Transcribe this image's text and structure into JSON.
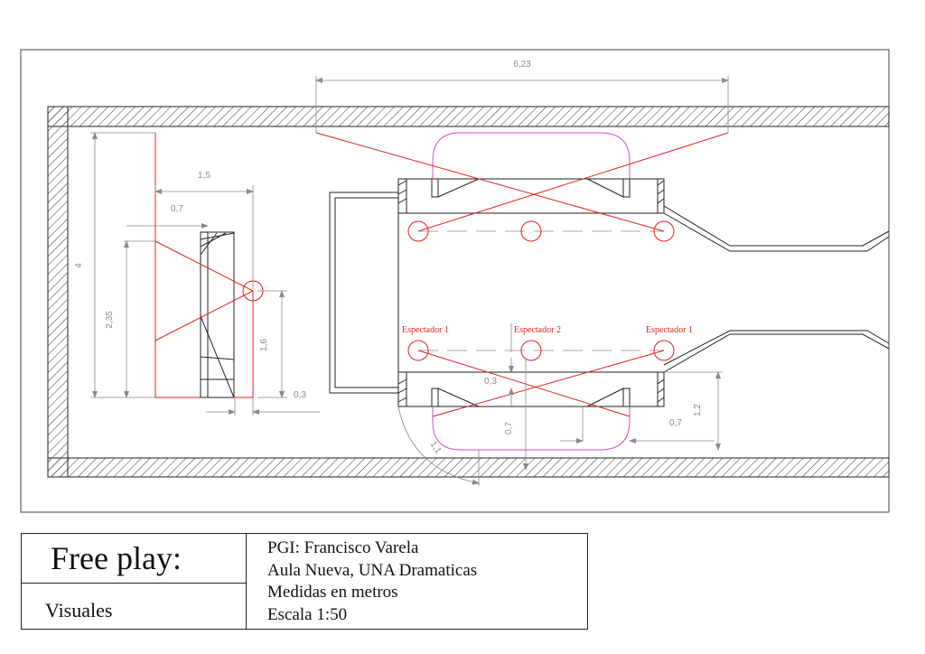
{
  "drawing": {
    "dimensions": {
      "total_width": "6,23",
      "left_width": "1,5",
      "left_small": "0,7",
      "left_height": "4",
      "left_inner_height": "2,35",
      "viewer_height": "1,6",
      "left_bottom_offset": "0,3",
      "center_gap": "0,3",
      "center_depth": "0,7",
      "right_offset": "0,7",
      "right_height": "1,2",
      "arc_radius": "1,1"
    },
    "spectators": {
      "left": "Espectador 1",
      "middle": "Espectador 2",
      "right": "Espectador 1"
    },
    "colors": {
      "sightline": "#e02020",
      "lamp": "#d24fc0",
      "dimension": "#8a8a8a",
      "outline": "#222222"
    }
  },
  "title_block": {
    "title": "Free play:",
    "subtitle": "Visuales",
    "lines": [
      "PGI: Francisco Varela",
      "Aula Nueva, UNA Dramaticas",
      "Medidas en metros",
      "Escala 1:50"
    ]
  }
}
